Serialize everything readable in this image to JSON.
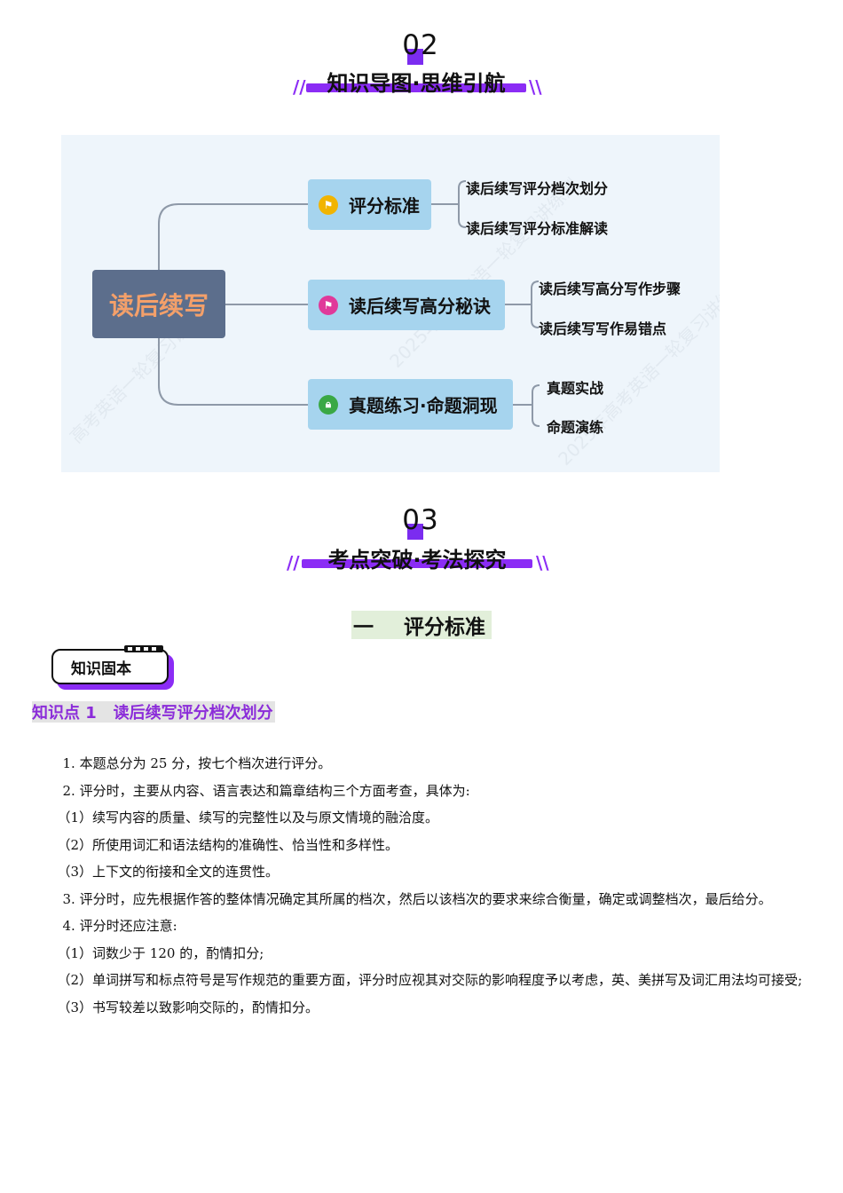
{
  "section2": {
    "number": "02",
    "title": "知识导图·思维引航",
    "slash_left": "//",
    "slash_right": "\\\\"
  },
  "mindmap": {
    "root": "读后续写",
    "branches": [
      {
        "label": "评分标准",
        "icon": "flag-icon",
        "color": "#f1b400",
        "leaves": [
          "读后续写评分档次划分",
          "读后续写评分标准解读"
        ]
      },
      {
        "label": "读后续写高分秘诀",
        "icon": "flag-icon",
        "color": "#e0399a",
        "leaves": [
          "读后续写高分写作步骤",
          "读后续写写作易错点"
        ]
      },
      {
        "label": "真题练习·命题洞现",
        "icon": "lock-icon",
        "color": "#3aa845",
        "leaves": [
          "真题实战",
          "命题演练"
        ]
      }
    ]
  },
  "section3": {
    "number": "03",
    "title": "考点突破·考法探究",
    "slash_left": "//",
    "slash_right": "\\\\"
  },
  "subsection": {
    "index": "一",
    "title": "评分标准"
  },
  "badge": {
    "label": "知识固本"
  },
  "knowledge_point": {
    "label": "知识点 1",
    "title": "读后续写评分档次划分"
  },
  "paragraphs": [
    "1. 本题总分为 25 分，按七个档次进行评分。",
    "2. 评分时，主要从内容、语言表达和篇章结构三个方面考查，具体为:",
    "（1）续写内容的质量、续写的完整性以及与原文情境的融洽度。",
    "（2）所使用词汇和语法结构的准确性、恰当性和多样性。",
    "（3）上下文的衔接和全文的连贯性。",
    "3. 评分时，应先根据作答的整体情况确定其所属的档次，然后以该档次的要求来综合衡量，确定或调整档次，最后给分。",
    "4. 评分时还应注意:",
    "（1）词数少于 120 的，酌情扣分;",
    "（2）单词拼写和标点符号是写作规范的重要方面，评分时应视其对交际的影响程度予以考虑，英、美拼写及词汇用法均可接受;",
    "（3）书写较差以致影响交际的，酌情扣分。"
  ]
}
